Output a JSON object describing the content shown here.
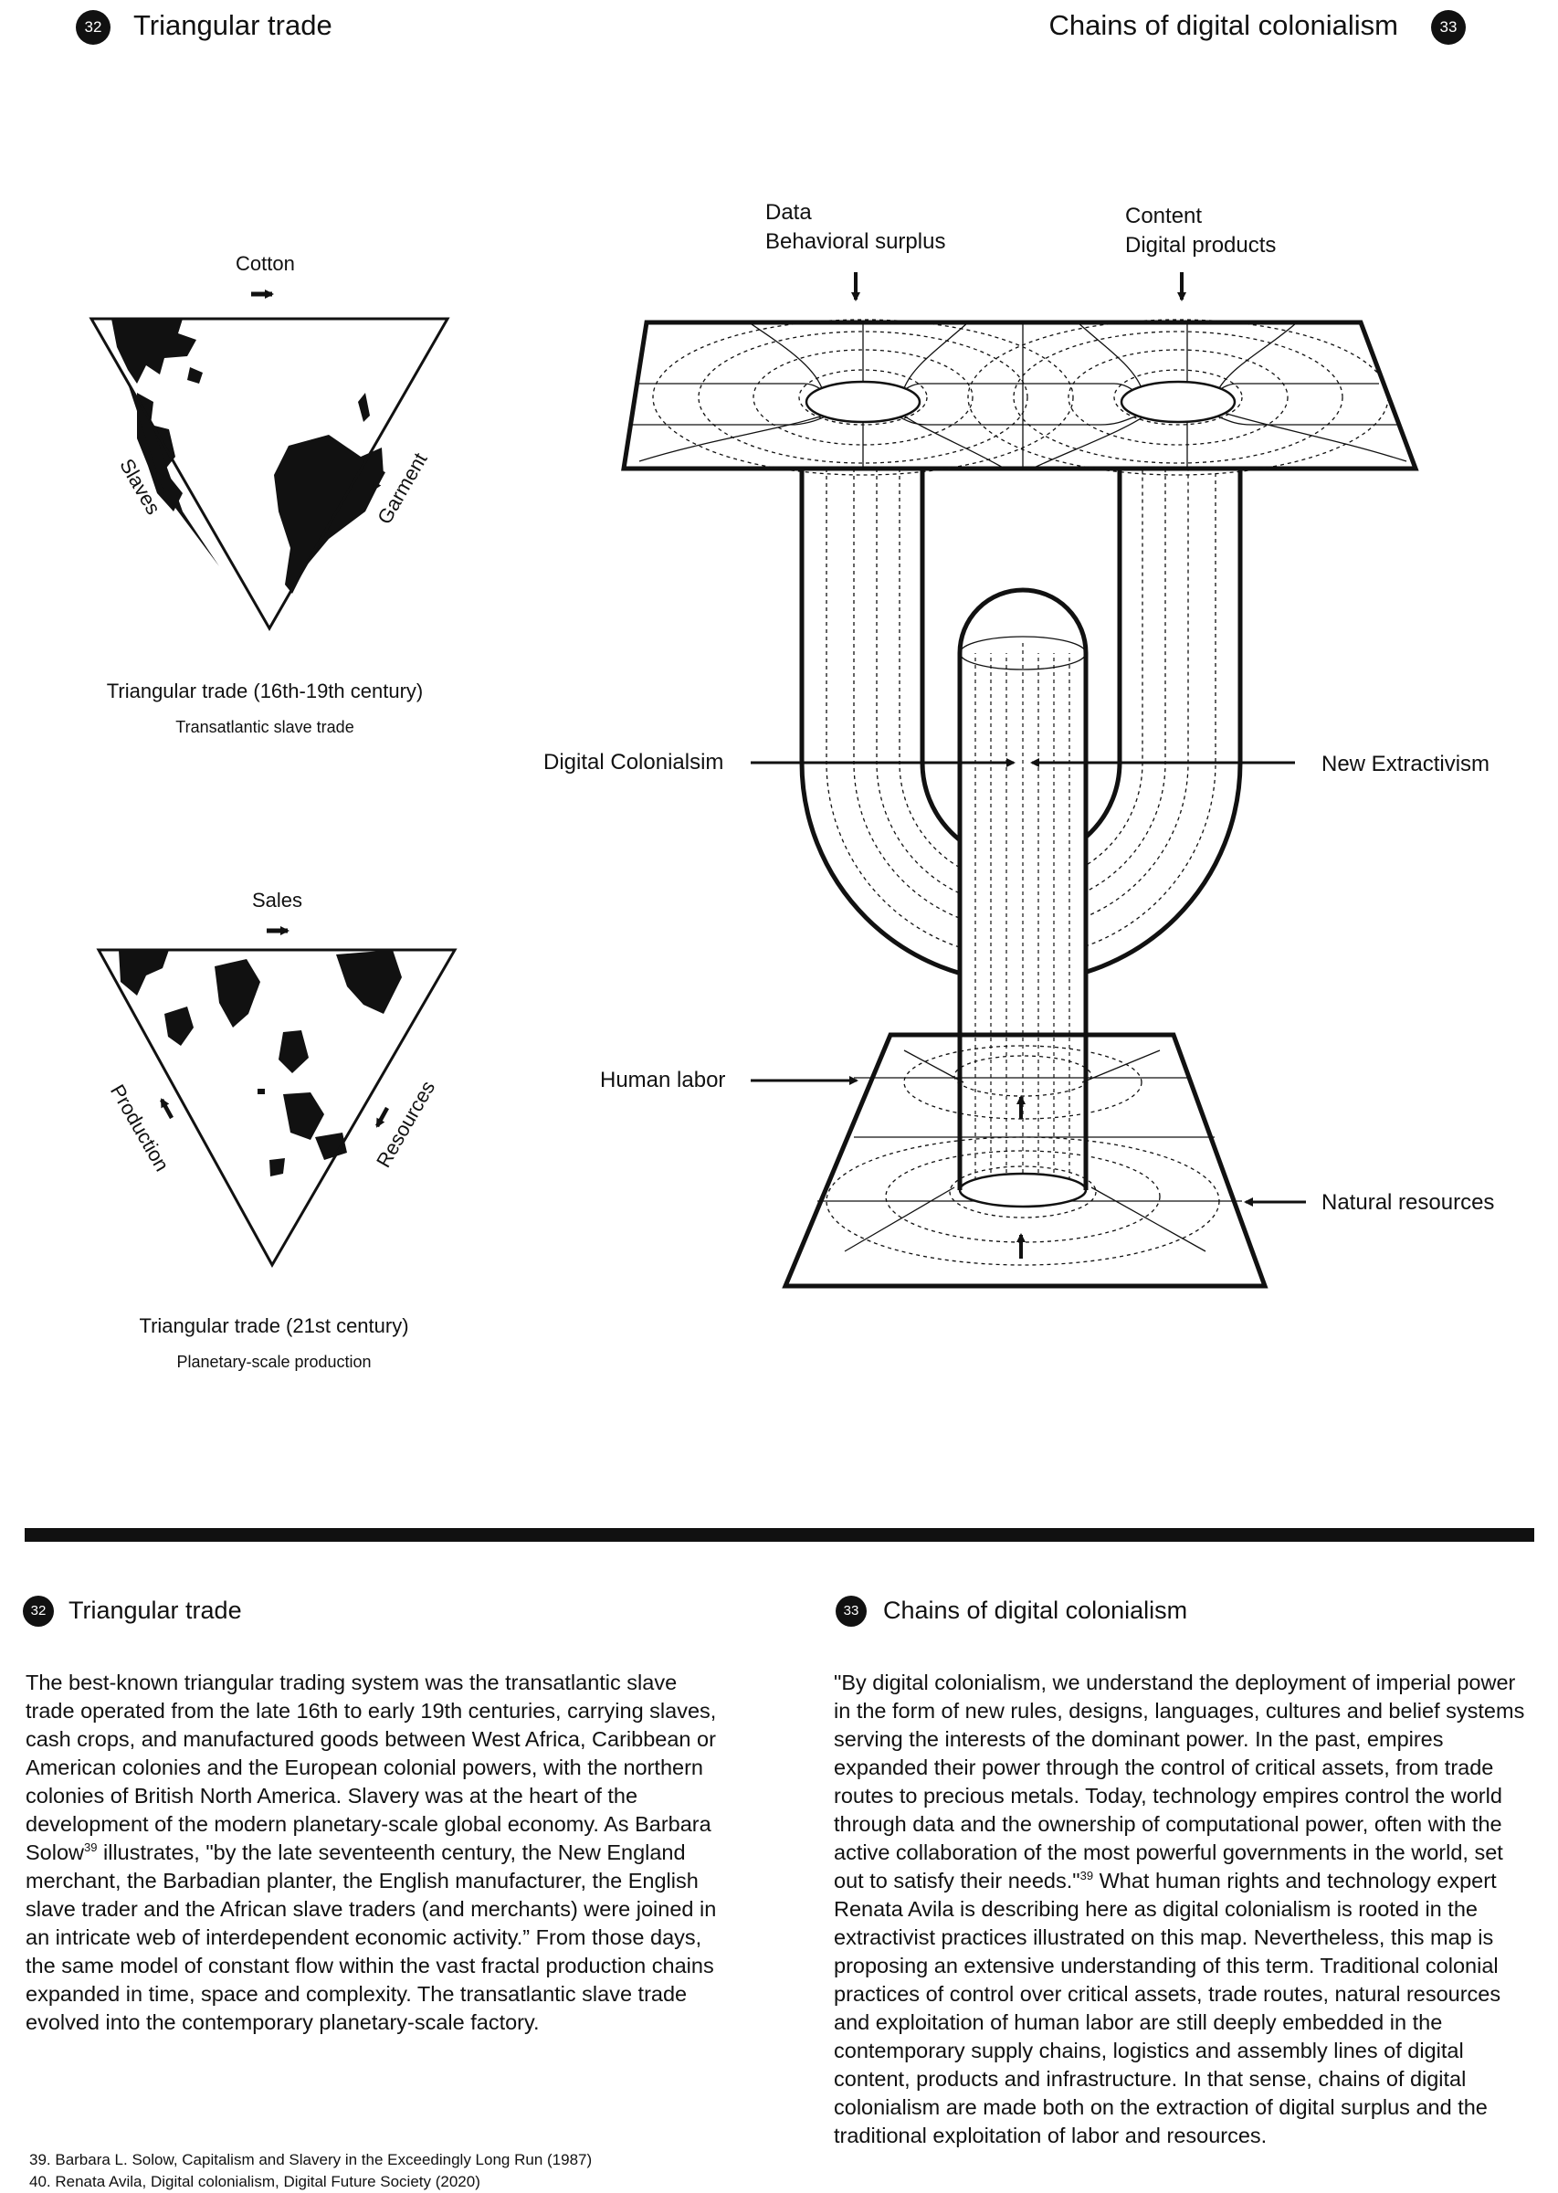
{
  "header": {
    "left": {
      "number": "32",
      "title": "Triangular trade"
    },
    "right": {
      "number": "33",
      "title": "Chains of digital colonialism"
    }
  },
  "triangle_top": {
    "top_label": "Cotton",
    "left_label": "Slaves",
    "right_label": "Garment",
    "caption": "Triangular trade (16th-19th century)",
    "subcaption": "Transatlantic slave trade"
  },
  "triangle_bottom": {
    "top_label": "Sales",
    "left_label": "Production",
    "right_label": "Resources",
    "caption": "Triangular trade (21st century)",
    "subcaption": "Planetary-scale production"
  },
  "chains": {
    "input_1_line1": "Data",
    "input_1_line2": "Behavioral surplus",
    "input_2_line1": "Content",
    "input_2_line2": "Digital products",
    "left_label": "Digital Colonialsim",
    "right_label": "New Extractivism",
    "labor_label": "Human labor",
    "resources_label": "Natural resources"
  },
  "section_32": {
    "number": "32",
    "title": "Triangular trade",
    "text_1": "The best-known triangular trading system was the transatlantic slave trade operated from the late 16th to early 19th centuries, carrying slaves, cash crops, and manufactured goods between West Africa, Caribbean or American colonies and the European colonial powers, with the northern colonies of British North America. Slavery was at the heart of the development of the modern planetary-scale global economy. As Barbara Solow",
    "ref_1": "39",
    "text_2": " illustrates, \"by the late seventeenth century, the New England merchant, the Barbadian planter, the English manufacturer, the English slave trader and the African slave traders (and merchants) were joined in an intricate web of interdependent economic activity.” From those days, the same model of constant flow within the vast fractal production chains expanded in time, space and complexity. The transatlantic slave trade evolved into the contemporary planetary-scale factory."
  },
  "section_33": {
    "number": "33",
    "title": "Chains of digital colonialism",
    "text_1": "\"By digital colonialism, we understand the deployment of imperial power in the form of new rules, designs, languages, cultures and belief systems serving the interests of the dominant power. In the past, empires expanded their power through the control of critical assets, from trade routes to precious metals. Today, technology empires control the world through data and the ownership of computational power, often with the active collaboration of the most powerful governments in the world, set out to satisfy their needs.\"",
    "ref_1": "39",
    "text_2": " What human rights and technology expert Renata Avila is describing here as digital colonialism is rooted in the extractivist practices illustrated on this map. Nevertheless, this map is proposing an extensive understanding of this term. Traditional colonial practices of control over critical assets, trade routes, natural resources and exploitation of human labor are still deeply embedded in the contemporary supply chains, logistics and assembly lines of digital content, products and infrastructure. In that sense, chains of digital colonialism are made both on the extraction of digital surplus and the traditional exploitation of labor and resources."
  },
  "footnotes": [
    "39. Barbara L. Solow, Capitalism and Slavery in the Exceedingly Long Run (1987)",
    "40. Renata Avila, Digital colonialism, Digital Future Society (2020)"
  ]
}
